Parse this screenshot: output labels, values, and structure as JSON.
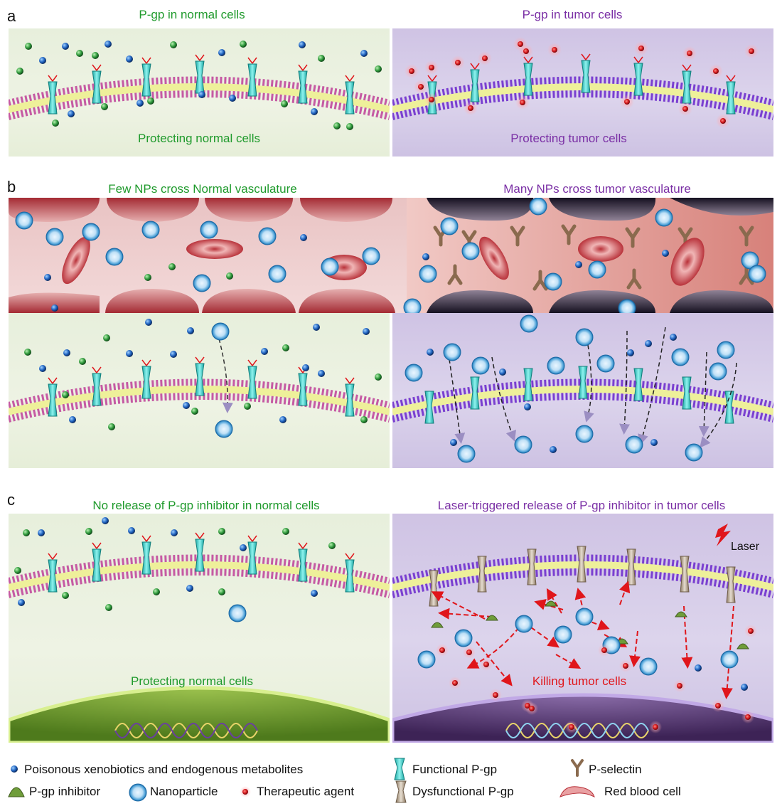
{
  "panels": {
    "a": {
      "letter": "a",
      "left_title": "P-gp in normal cells",
      "right_title": "P-gp in tumor cells",
      "left_bottom": "Protecting normal cells",
      "right_bottom": "Protecting tumor cells"
    },
    "b": {
      "letter": "b",
      "left_title": "Few NPs cross Normal vasculature",
      "right_title": "Many NPs cross tumor vasculature"
    },
    "c": {
      "letter": "c",
      "left_title": "No release of P-gp inhibitor in normal cells",
      "right_title": "Laser-triggered release of P-gp inhibitor in tumor cells",
      "left_bottom": "Protecting normal cells",
      "right_bottom": "Killing tumor cells",
      "laser_label": "Laser"
    }
  },
  "legend": {
    "poison": "Poisonous xenobiotics and endogenous metabolites",
    "functional_pgp": "Functional P-gp",
    "pselectin": "P-selectin",
    "inhibitor": "P-gp inhibitor",
    "nanoparticle": "Nanoparticle",
    "therapeutic": "Therapeutic agent",
    "dysfunctional_pgp": "Dysfunctional P-gp",
    "rbc": "Red blood cell"
  },
  "colors": {
    "normal_text": "#1f9a2c",
    "tumor_text": "#7a2fa5",
    "kill_text": "#e0161b",
    "normal_membrane": "#c0509a",
    "tumor_membrane": "#7a3fd0",
    "pgp": "#3fc7c2"
  }
}
